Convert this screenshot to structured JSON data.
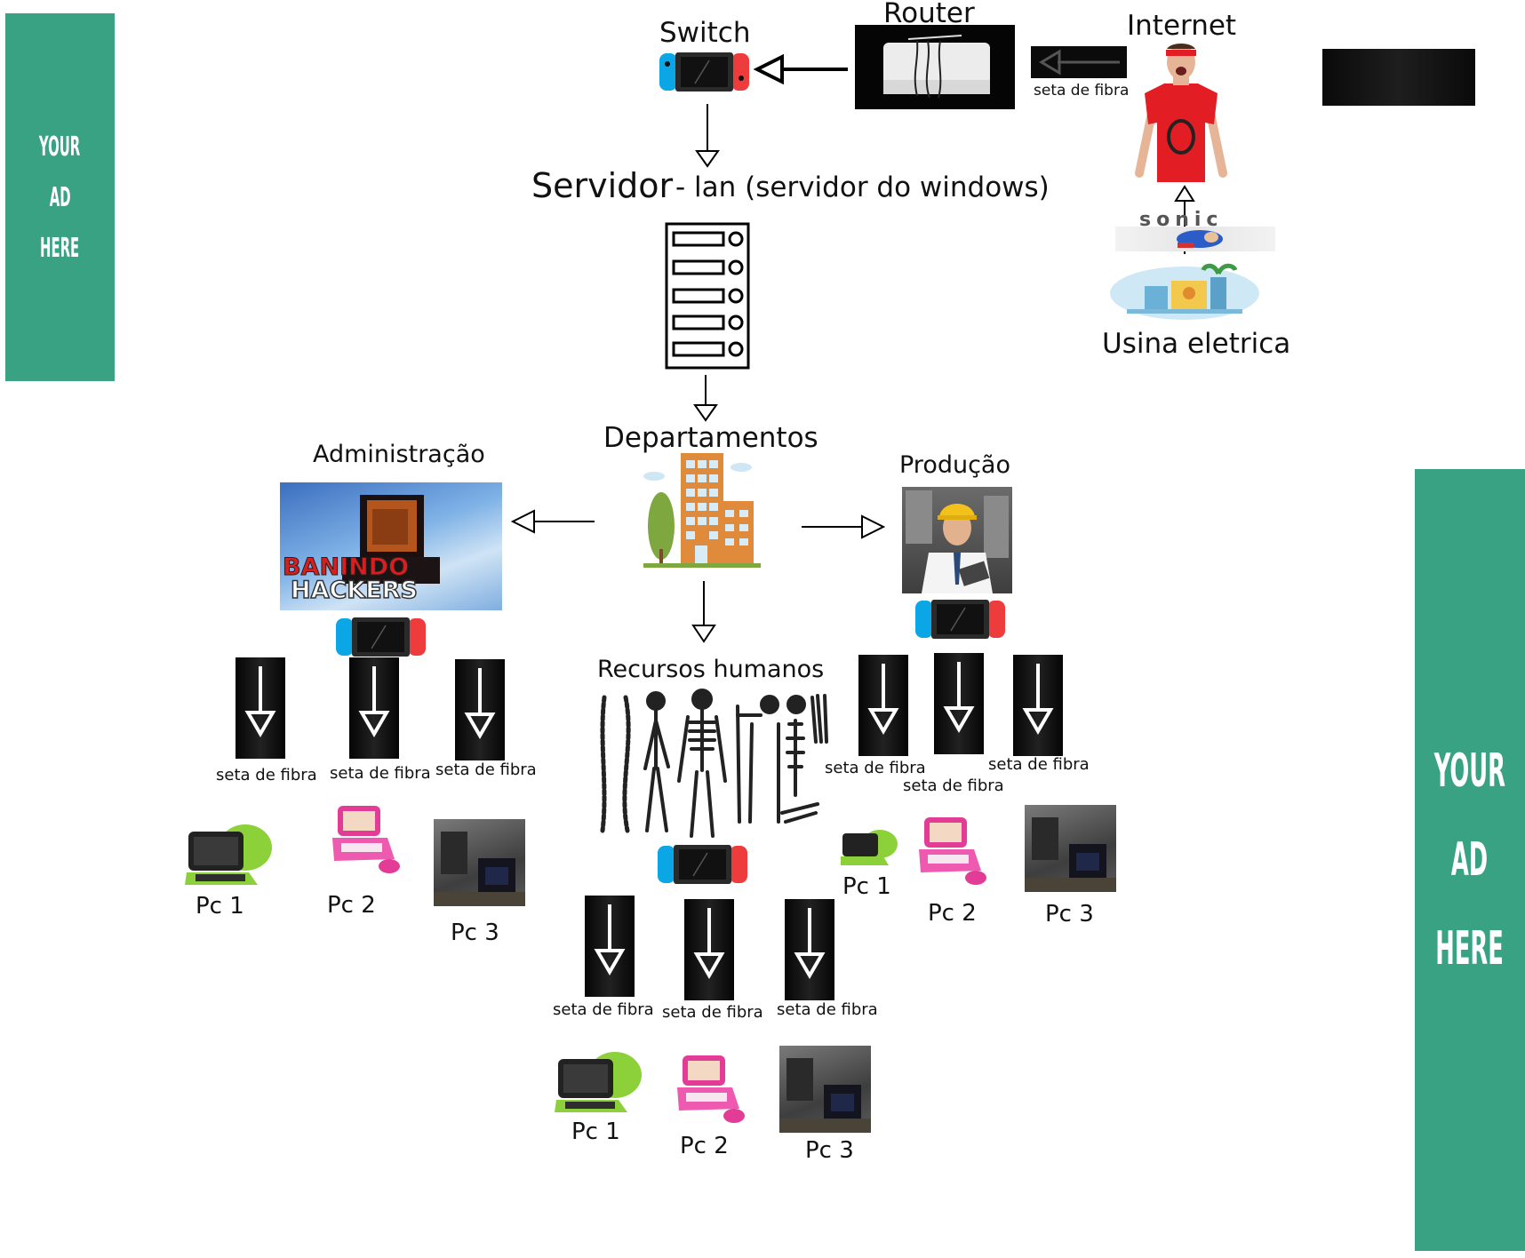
{
  "ads": {
    "left": [
      "YOUR",
      "AD",
      "HERE"
    ],
    "right": [
      "YOUR",
      "AD",
      "HERE"
    ]
  },
  "top": {
    "switch_label": "Switch",
    "router_label": "Router",
    "internet_label": "Internet",
    "fiber_caption": "seta de fibra",
    "sonic_text": "sonic",
    "power_plant_label": "Usina eletrica"
  },
  "server": {
    "title": "Servidor",
    "subtitle": "- lan (servidor do windows)"
  },
  "departments": {
    "title": "Departamentos",
    "admin": {
      "label": "Administração",
      "banner_line1": "BANINDO",
      "banner_line2": "HACKERS",
      "fiber_captions": [
        "seta de fibra",
        "seta de fibra",
        "seta de fibra"
      ],
      "pcs": [
        "Pc 1",
        "Pc 2",
        "Pc 3"
      ]
    },
    "production": {
      "label": "Produção",
      "fiber_captions": [
        "seta de fibra",
        "seta de fibra",
        "seta de fibra"
      ],
      "pcs": [
        "Pc 1",
        "Pc 2",
        "Pc 3"
      ]
    },
    "hr": {
      "label": "Recursos humanos",
      "fiber_captions": [
        "seta de fibra",
        "seta de fibra",
        "seta de fibra"
      ],
      "pcs": [
        "Pc 1",
        "Pc 2",
        "Pc 3"
      ]
    }
  }
}
